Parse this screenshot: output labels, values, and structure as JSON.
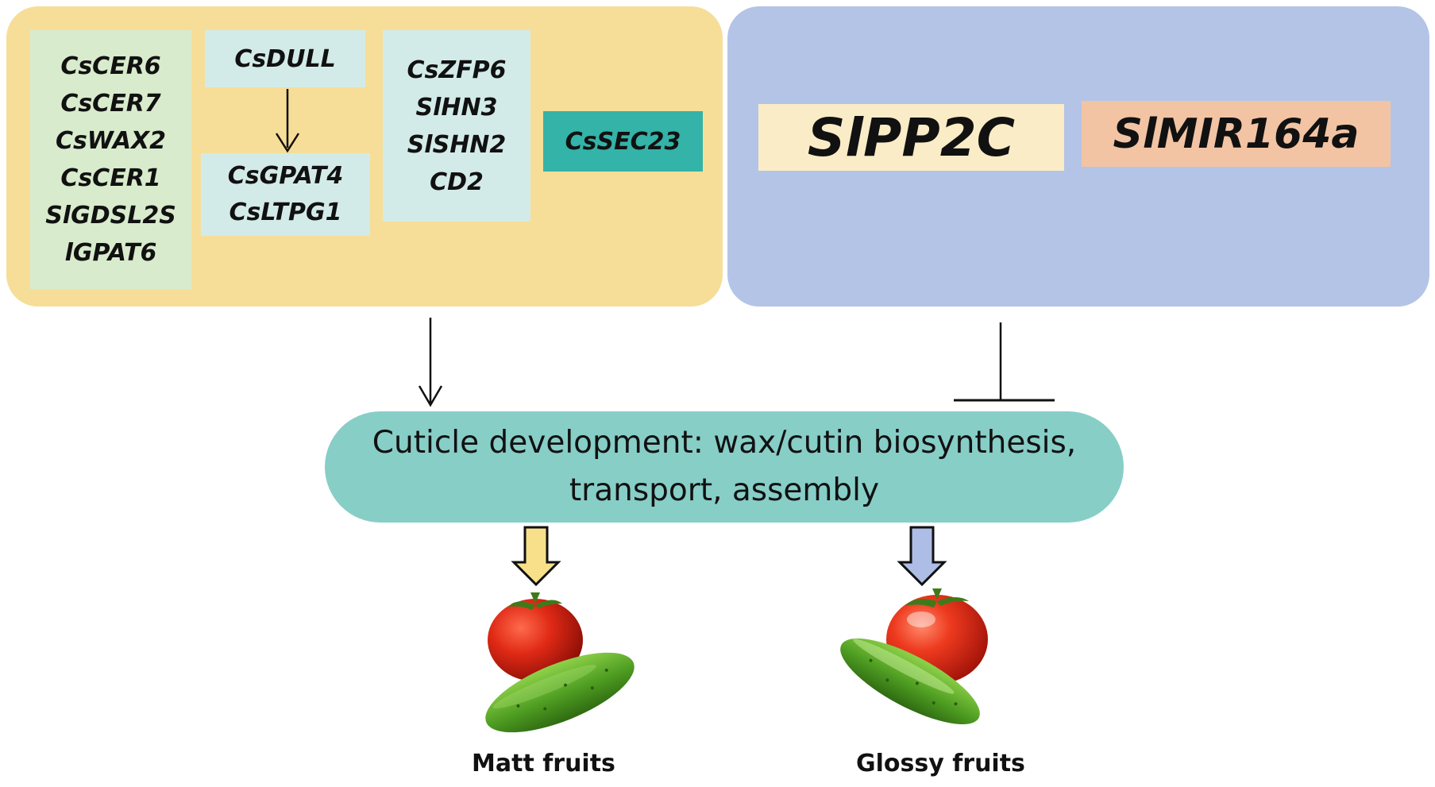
{
  "positive_regulators": {
    "group_1": [
      "CsCER6",
      "CsCER7",
      "CsWAX2",
      "CsCER1",
      "SlGDSL2S",
      "lGPAT6"
    ],
    "upstream": "CsDULL",
    "downstream": [
      "CsGPAT4",
      "CsLTPG1"
    ],
    "group_3": [
      "CsZFP6",
      "SlHN3",
      "SlSHN2",
      "CD2"
    ],
    "single": "CsSEC23"
  },
  "negative_regulators": {
    "gene_1": "SlPP2C",
    "gene_2": "SlMIR164a"
  },
  "process": {
    "line_1": "Cuticle development: wax/cutin biosynthesis,",
    "line_2": "transport, assembly"
  },
  "outcomes": {
    "matt": "Matt fruits",
    "glossy": "Glossy fruits"
  },
  "colors": {
    "positive_panel": "#f6de98",
    "negative_panel": "#b4c4e6",
    "process_bubble": "#87cec7",
    "matt_arrow": "#f8e08a",
    "glossy_arrow": "#aebde6"
  }
}
